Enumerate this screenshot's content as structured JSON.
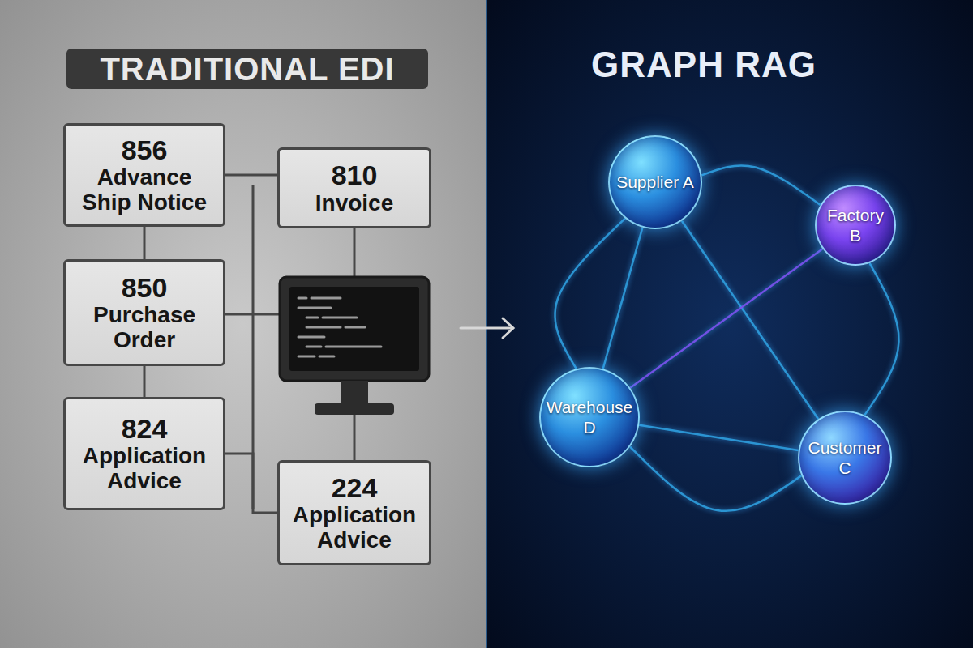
{
  "diagram": {
    "title": "TRADITIONAL EDI",
    "nodes": [
      {
        "text": [
          "856",
          "Advance Ship Notice"
        ]
      },
      {
        "text": [
          "810",
          "Invoice"
        ]
      },
      {
        "text": [
          "850",
          "Purchase Order"
        ]
      },
      {
        "text": [
          "824",
          "Application Advice"
        ]
      },
      {
        "text": [
          "224",
          "Application Advice"
        ]
      },
      {
        "text": [
          "Supplier A"
        ]
      },
      {
        "text": [
          "Factory B"
        ]
      },
      {
        "text": [
          "Warehouse D"
        ]
      },
      {
        "text": [
          "Customer C"
        ]
      }
    ],
    "edges": [
      {
        "from": 0,
        "to": 2,
        "arrow": "none"
      },
      {
        "from": 2,
        "to": 3,
        "arrow": "none"
      },
      {
        "from": 0,
        "to": 1,
        "arrow": "none"
      },
      {
        "from": 3,
        "to": 4,
        "arrow": "none"
      },
      {
        "from": 5,
        "to": 6,
        "arrow": "none"
      },
      {
        "from": 6,
        "to": 8,
        "arrow": "none"
      },
      {
        "from": 8,
        "to": 7,
        "arrow": "none"
      },
      {
        "from": 7,
        "to": 5,
        "arrow": "none"
      },
      {
        "from": 5,
        "to": 8,
        "arrow": "none"
      },
      {
        "from": 5,
        "to": 7,
        "arrow": "none"
      },
      {
        "from": 6,
        "to": 7,
        "arrow": "none"
      },
      {
        "from": 7,
        "to": 8,
        "arrow": "none"
      }
    ],
    "labels": [
      "GRAPH RAG"
    ]
  }
}
